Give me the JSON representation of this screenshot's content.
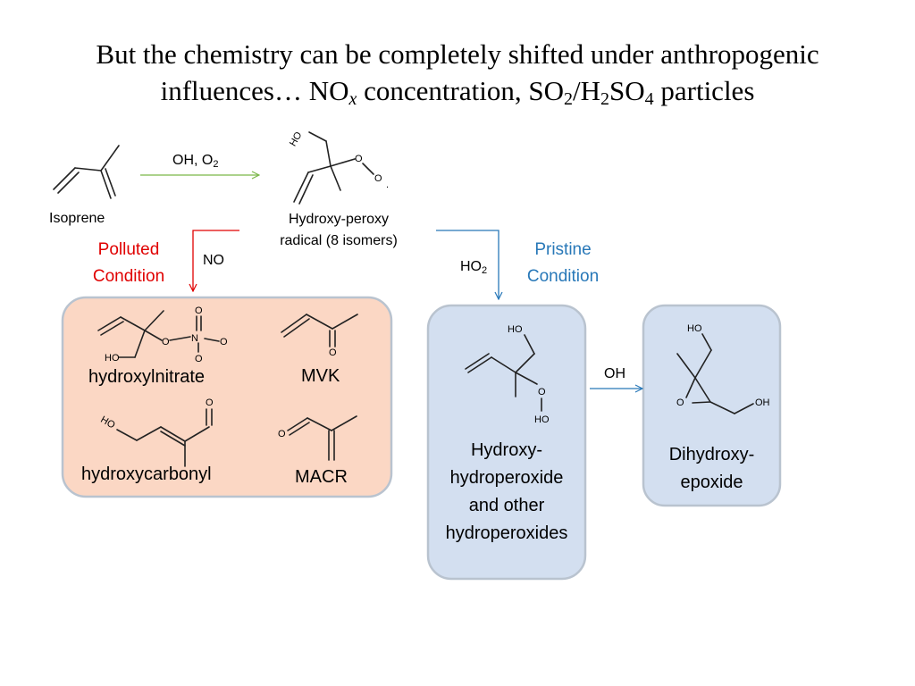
{
  "slide": {
    "title_line1": "But the chemistry can be completely shifted under anthropogenic",
    "title_line2_a": "influences… NO",
    "title_line2_x": "x",
    "title_line2_b": " concentration, SO",
    "title_sub2a": "2",
    "title_line2_c": "/H",
    "title_sub2b": "2",
    "title_line2_d": "SO",
    "title_sub4": "4",
    "title_line2_e": " particles"
  },
  "labels": {
    "isoprene": "Isoprene",
    "oh_o2_a": "OH, O",
    "oh_o2_sub": "2",
    "radical_line1": "Hydroxy-peroxy",
    "radical_line2": "radical (8 isomers)",
    "polluted_line1": "Polluted",
    "polluted_line2": "Condition",
    "no": "NO",
    "ho2_a": "HO",
    "ho2_sub": "2",
    "pristine_line1": "Pristine",
    "pristine_line2": "Condition",
    "oh_arrow": "OH",
    "hydroxylnitrate": "hydroxylnitrate",
    "mvk": "MVK",
    "hydroxycarbonyl": "hydroxycarbonyl",
    "macr": "MACR",
    "hydroperoxide_1": "Hydroxy-",
    "hydroperoxide_2": "hydroperoxide",
    "hydroperoxide_3": "and other",
    "hydroperoxide_4": "hydroperoxides",
    "epoxide_1": "Dihydroxy-",
    "epoxide_2": "epoxide"
  },
  "atoms": {
    "ho": "HO",
    "oh": "OH",
    "o": "O",
    "n": "N",
    "radical_dot": "."
  },
  "colors": {
    "polluted": "#e00000",
    "pristine": "#2878b8",
    "green_arrow": "#7ab648",
    "polluted_box_fill": "#fbd7c4",
    "pristine_box_fill": "#d3dff0",
    "box_border": "#b9c3cf"
  }
}
